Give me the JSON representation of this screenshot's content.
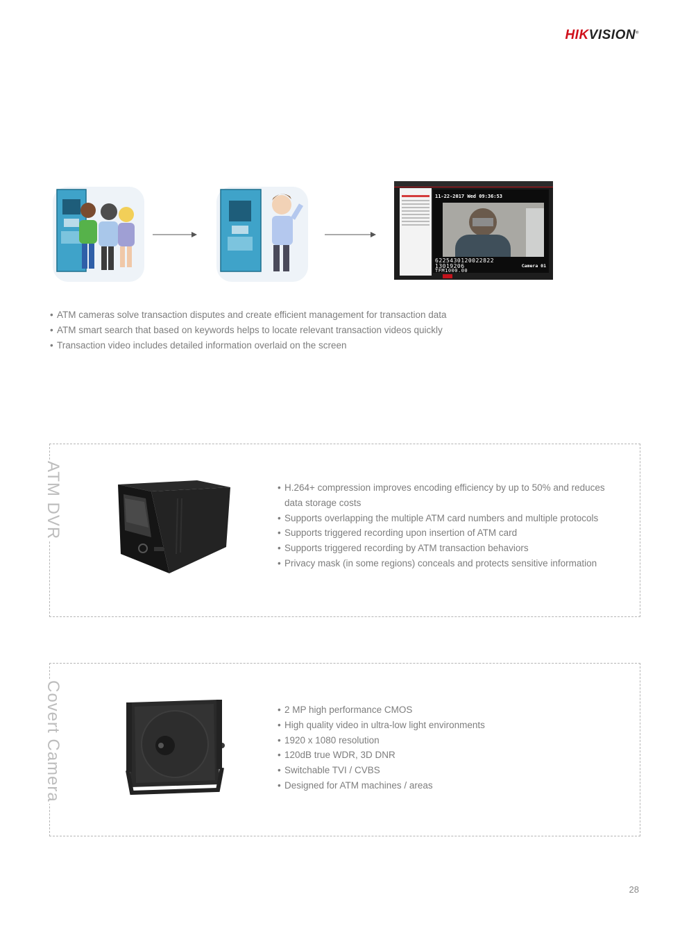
{
  "brand": {
    "logo_hik": "HIK",
    "logo_vision": "VISION",
    "logo_mark": "®"
  },
  "atm_solution": {
    "screen": {
      "timestamp": "11-22-2017 Wed 09:36:53",
      "card_number": "6225430120022822",
      "transaction_id": "13019206",
      "amount": "TFM1000.00",
      "camera_label": "Camera 01"
    },
    "bullets": [
      "ATM cameras solve transaction disputes and create efficient management for transaction data",
      "ATM smart search that based on keywords helps to locate relevant transaction videos quickly",
      "Transaction video includes detailed information overlaid on the screen"
    ]
  },
  "atm_dvr": {
    "label": "ATM DVR",
    "bullets": [
      "H.264+ compression improves encoding efficiency by up to 50% and reduces data storage costs",
      "Supports overlapping the multiple ATM card numbers and multiple protocols",
      "Supports triggered recording upon insertion of ATM card",
      "Supports triggered recording by ATM transaction behaviors",
      "Privacy mask (in some regions) conceals and protects sensitive information"
    ]
  },
  "covert_camera": {
    "label": "Covert Camera",
    "bullets": [
      "2 MP high performance CMOS",
      "High quality video in ultra-low light environments",
      "1920 x 1080 resolution",
      "120dB true WDR, 3D DNR",
      "Switchable TVI / CVBS",
      "Designed for ATM machines / areas"
    ]
  },
  "page_number": "28",
  "colors": {
    "brand_red": "#d0101b",
    "text_gray": "#7d7d7d",
    "label_gray": "#bdbdbd"
  }
}
